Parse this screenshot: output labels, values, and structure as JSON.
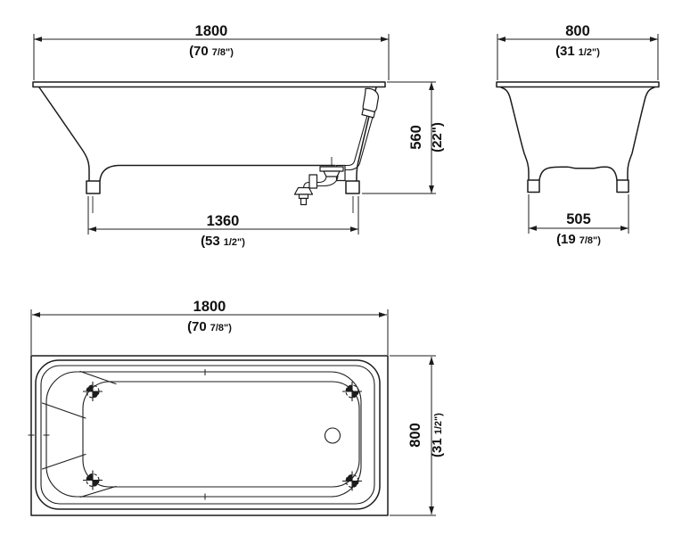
{
  "colors": {
    "line": "#1c1c1c",
    "background": "#ffffff"
  },
  "dimensions": {
    "side_length": {
      "mm": "1800",
      "inch_pre": "(70",
      "inch_frac": "7/8\")"
    },
    "side_height": {
      "mm": "560",
      "inch_pre": "(22\")",
      "inch_frac": ""
    },
    "side_feet_span": {
      "mm": "1360",
      "inch_pre": "(53",
      "inch_frac": "1/2\")"
    },
    "end_width": {
      "mm": "800",
      "inch_pre": "(31",
      "inch_frac": "1/2\")"
    },
    "end_feet_span": {
      "mm": "505",
      "inch_pre": "(19",
      "inch_frac": "7/8\")"
    },
    "plan_length": {
      "mm": "1800",
      "inch_pre": "(70",
      "inch_frac": "7/8\")"
    },
    "plan_width": {
      "mm": "800",
      "inch_pre": "(31",
      "inch_frac": "1/2\")"
    }
  }
}
